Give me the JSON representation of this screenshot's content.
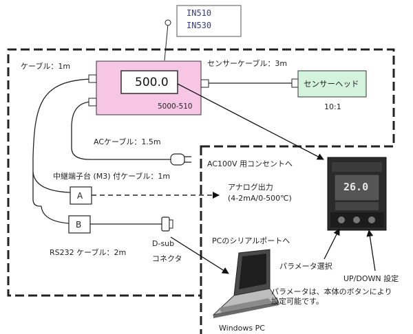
{
  "callout": {
    "line1": "IN510",
    "line2": "IN530"
  },
  "unit": {
    "display": "500.0",
    "model": "5000-510"
  },
  "cables": {
    "top_left": "ケーブル：1m",
    "sensor": "センサーケーブル：3m",
    "ac": "ACケーブル：1.5m",
    "relay": "中継端子台 (M3) 付ケーブル：1m",
    "rs232": "RS232 ケーブル：2m"
  },
  "sensor_head": {
    "label": "センサーヘッド",
    "ratio": "10:1"
  },
  "outlet": "AC100V 用コンセントへ",
  "terminals": {
    "a": "A",
    "b": "B"
  },
  "analog": {
    "line1": "アナログ出力",
    "line2": "(4-2mA/0-500℃)"
  },
  "dsub": {
    "line1": "D-sub",
    "line2": "コネクタ"
  },
  "pc": {
    "serial": "PCのシリアルポートへ",
    "label": "Windows PC"
  },
  "meter": {
    "display": "26.0"
  },
  "params": {
    "select": "パラメータ選択",
    "updown": "UP/DOWN 設定",
    "note1": "パラメータは、本体のボタンにより",
    "note2": "設定可能です。"
  },
  "colors": {
    "unit_fill": "#f6c6e4",
    "sensor_fill": "#d4f3dd",
    "callout_text": "#3a3a8a",
    "dashed": "#222222"
  }
}
